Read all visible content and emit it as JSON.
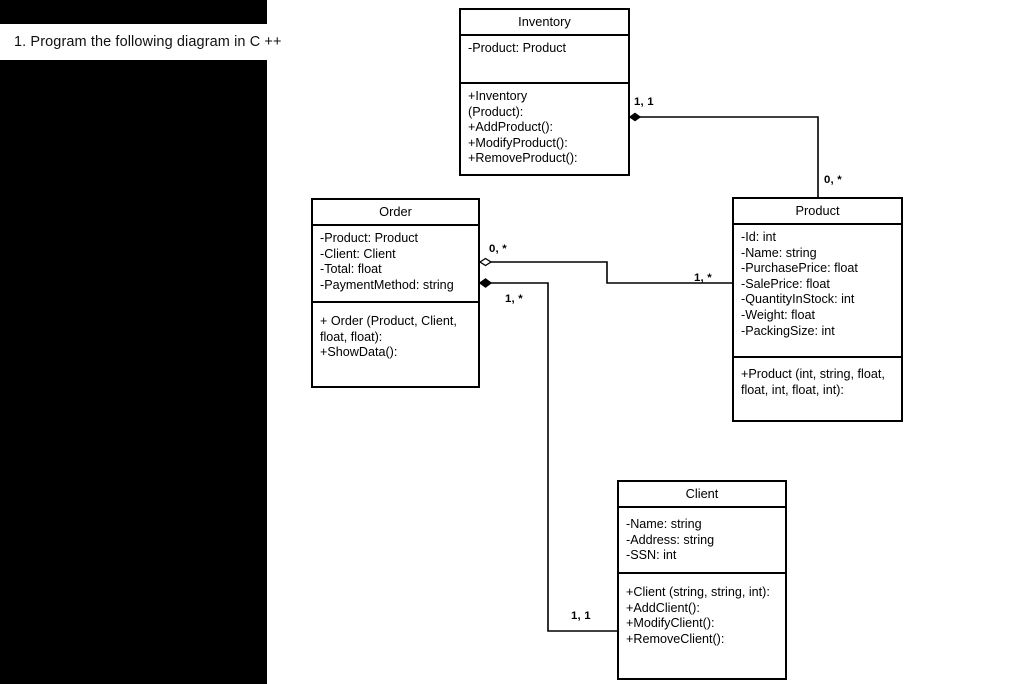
{
  "slide": {
    "instruction": "1. Program the following diagram in C ++"
  },
  "diagram": {
    "type": "uml-class-diagram",
    "classes": [
      {
        "id": "inventory",
        "name": "Inventory",
        "attributes": [
          "-Product: Product"
        ],
        "operations": [
          "+Inventory",
          "(Product):",
          "+AddProduct():",
          "+ModifyProduct():",
          "+RemoveProduct():"
        ]
      },
      {
        "id": "order",
        "name": "Order",
        "attributes": [
          "-Product: Product",
          "-Client: Client",
          "-Total: float",
          "-PaymentMethod: string"
        ],
        "operations": [
          "+ Order (Product, Client, float, float):",
          "+ShowData():"
        ]
      },
      {
        "id": "product",
        "name": "Product",
        "attributes": [
          "-Id: int",
          "-Name: string",
          "-PurchasePrice: float",
          "-SalePrice: float",
          "-QuantityInStock: int",
          "-Weight: float",
          "-PackingSize: int"
        ],
        "operations": [
          "+Product (int, string, float, float, int, float, int):"
        ]
      },
      {
        "id": "client",
        "name": "Client",
        "attributes": [
          "-Name: string",
          "-Address: string",
          "-SSN: int"
        ],
        "operations": [
          "+Client (string, string, int):",
          "+AddClient():",
          "+ModifyClient():",
          "+RemoveClient():"
        ]
      }
    ],
    "associations": [
      {
        "id": "inventory-product",
        "from": "inventory",
        "to": "product",
        "marker": "filled-diamond",
        "source_multiplicity": "1, 1",
        "target_multiplicity": "0, *"
      },
      {
        "id": "order-product",
        "from": "order",
        "to": "product",
        "marker": "hollow-diamond",
        "source_multiplicity": "0, *",
        "target_multiplicity": "1, *"
      },
      {
        "id": "order-client",
        "from": "order",
        "to": "client",
        "marker": "filled-diamond",
        "source_multiplicity": "1, *",
        "target_multiplicity": "1, 1"
      }
    ]
  },
  "colors": {
    "panel": "#000000",
    "line": "#000000",
    "background": "#ffffff"
  }
}
